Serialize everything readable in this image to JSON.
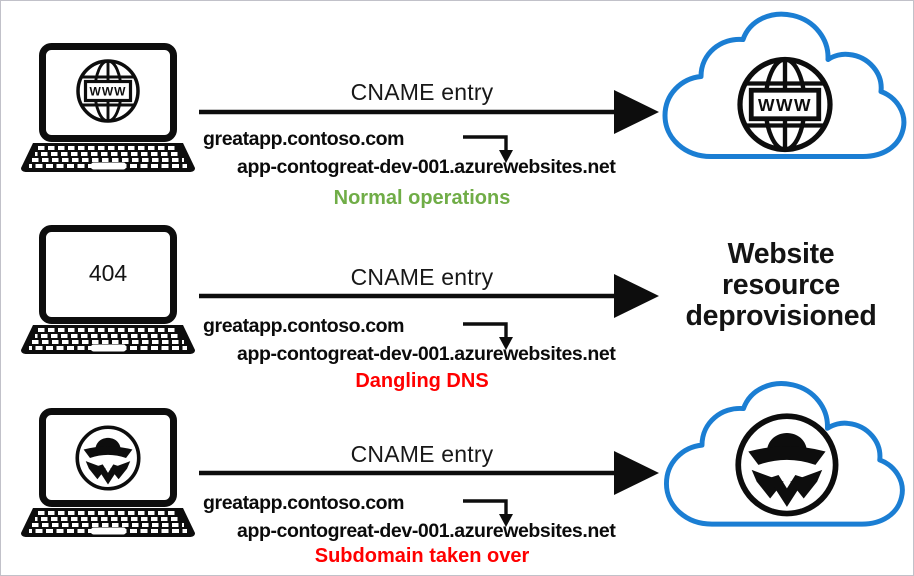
{
  "colors": {
    "cloud_outline": "#1b7ed3",
    "success_green": "#70ad47",
    "alert_red": "#ff0000",
    "ink": "#0d0d0d",
    "canvas_border": "#c1c1c9"
  },
  "labels": {
    "www": "WWW",
    "http_404": "404"
  },
  "rows": [
    {
      "id": "normal-operations",
      "arrow_label": "CNAME entry",
      "source_domain": "greatapp.contoso.com",
      "cname_target": "app-contogreat-dev-001.azurewebsites.net",
      "status": "Normal operations",
      "status_color": "#70ad47"
    },
    {
      "id": "dangling-dns",
      "arrow_label": "CNAME entry",
      "source_domain": "greatapp.contoso.com",
      "cname_target": "app-contogreat-dev-001.azurewebsites.net",
      "status": "Dangling DNS",
      "status_color": "#ff0000",
      "destination_text": [
        "Website",
        "resource",
        "deprovisioned"
      ]
    },
    {
      "id": "subdomain-takeover",
      "arrow_label": "CNAME entry",
      "source_domain": "greatapp.contoso.com",
      "cname_target": "app-contogreat-dev-001.azurewebsites.net",
      "status": "Subdomain taken over",
      "status_color": "#ff0000"
    }
  ]
}
